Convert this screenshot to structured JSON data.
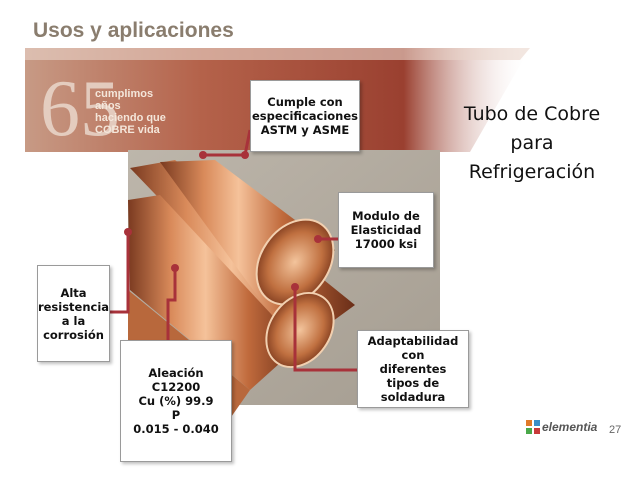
{
  "slide": {
    "title": "Usos y aplicaciones",
    "page_number": "27"
  },
  "banner": {
    "big_number": "65",
    "lines": [
      "cumplimos",
      "años",
      "haciendo que",
      "COBRE vida"
    ]
  },
  "side_title": {
    "lines": [
      "Tubo de Cobre",
      "para",
      "Refrigeración"
    ]
  },
  "callouts": {
    "specs": [
      "Cumple con",
      "especificaciones",
      "ASTM y ASME"
    ],
    "modulus": [
      "Modulo de",
      "Elasticidad",
      "17000 ksi"
    ],
    "adaptability": [
      "Adaptabilidad con",
      "diferentes tipos de",
      "soldadura"
    ],
    "corrosion": [
      "Alta",
      "resistencia",
      "a la",
      "corrosión"
    ],
    "alloy": [
      "Aleación C12200",
      "Cu (%) 99.9",
      "P",
      "0.015 - 0.040"
    ]
  },
  "logo": {
    "text": "elementia"
  },
  "colors": {
    "title": "#8a7d6e",
    "connector": "#a8323a",
    "copper": "#c8784a",
    "backdrop": "#b5aea3"
  },
  "icons": {
    "logo": "elementia-logo-icon"
  }
}
